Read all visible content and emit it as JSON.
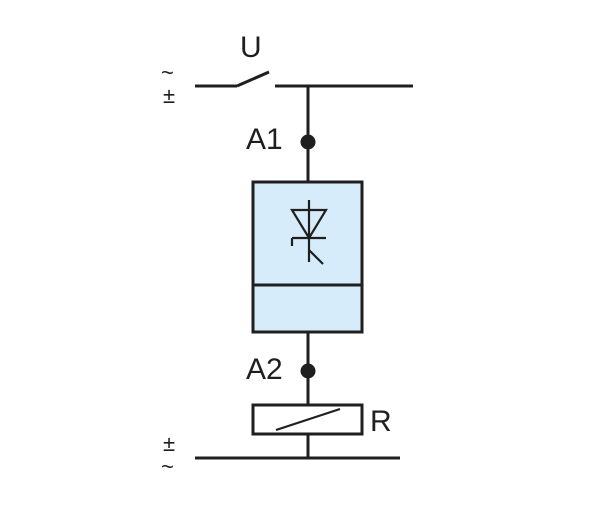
{
  "labels": {
    "switch": "U",
    "terminal_top": "A1",
    "terminal_bottom": "A2",
    "coil": "R",
    "supply_top_ac": "~",
    "supply_top_dc": "±",
    "supply_bottom_dc": "±",
    "supply_bottom_ac": "~"
  },
  "colors": {
    "line": "#1f1f1f",
    "module_fill": "#d7ecfa"
  },
  "icons": {
    "module": "zener-diode-symbol",
    "coil": "relay-coil-symbol"
  }
}
